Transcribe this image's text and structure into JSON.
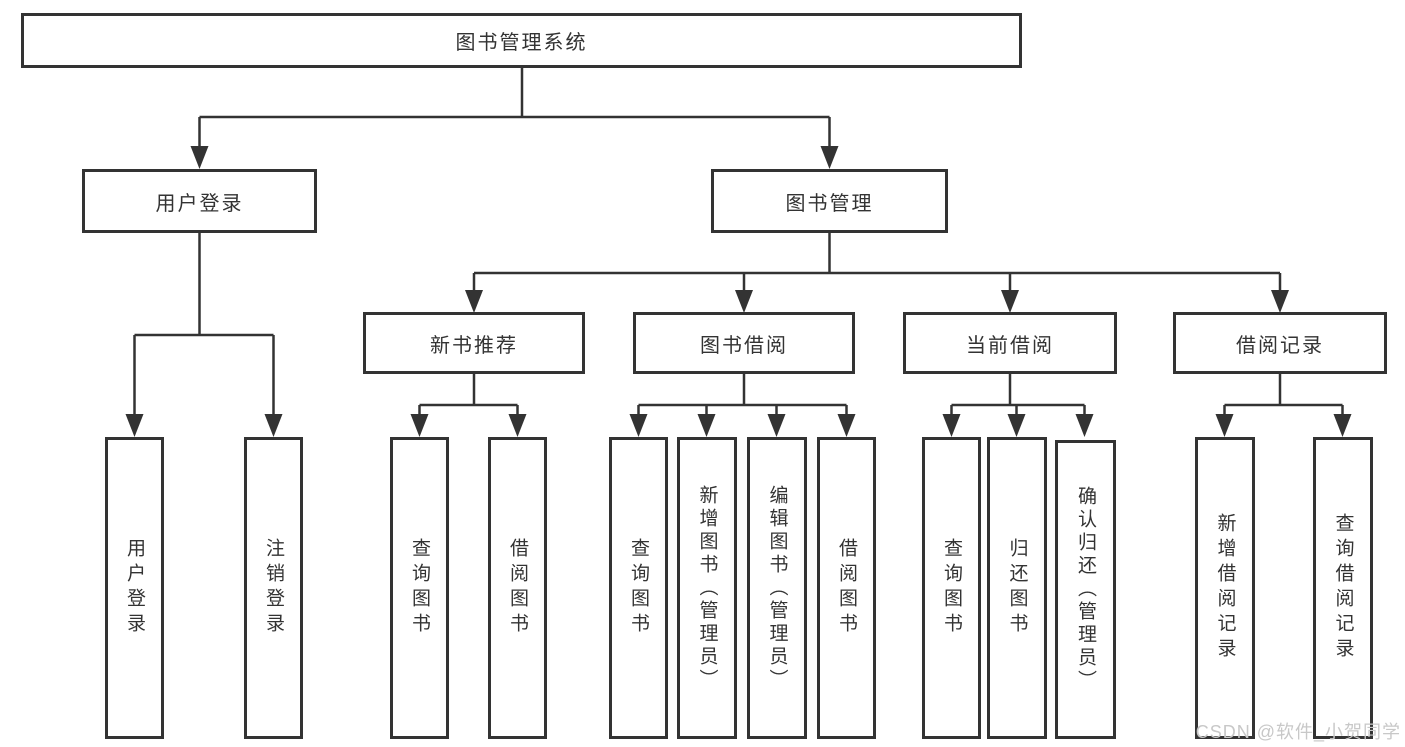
{
  "diagram": {
    "title": "图书管理系统",
    "tree": {
      "label": "图书管理系统",
      "children": [
        {
          "label": "用户登录",
          "children": [
            {
              "label": "用户登录"
            },
            {
              "label": "注销登录"
            }
          ]
        },
        {
          "label": "图书管理",
          "children": [
            {
              "label": "新书推荐",
              "children": [
                {
                  "label": "查询图书"
                },
                {
                  "label": "借阅图书"
                }
              ]
            },
            {
              "label": "图书借阅",
              "children": [
                {
                  "label": "查询图书"
                },
                {
                  "label": "新增图书（管理员）"
                },
                {
                  "label": "编辑图书（管理员）"
                },
                {
                  "label": "借阅图书"
                }
              ]
            },
            {
              "label": "当前借阅",
              "children": [
                {
                  "label": "查询图书"
                },
                {
                  "label": "归还图书"
                },
                {
                  "label": "确认归还（管理员）"
                }
              ]
            },
            {
              "label": "借阅记录",
              "children": [
                {
                  "label": "新增借阅记录"
                },
                {
                  "label": "查询借阅记录"
                }
              ]
            }
          ]
        }
      ]
    },
    "watermark": "CSDN @软件_小贺同学",
    "colors": {
      "line": "#333333",
      "text": "#333333",
      "background": "#ffffff",
      "watermark": "#c8c8c8"
    }
  }
}
